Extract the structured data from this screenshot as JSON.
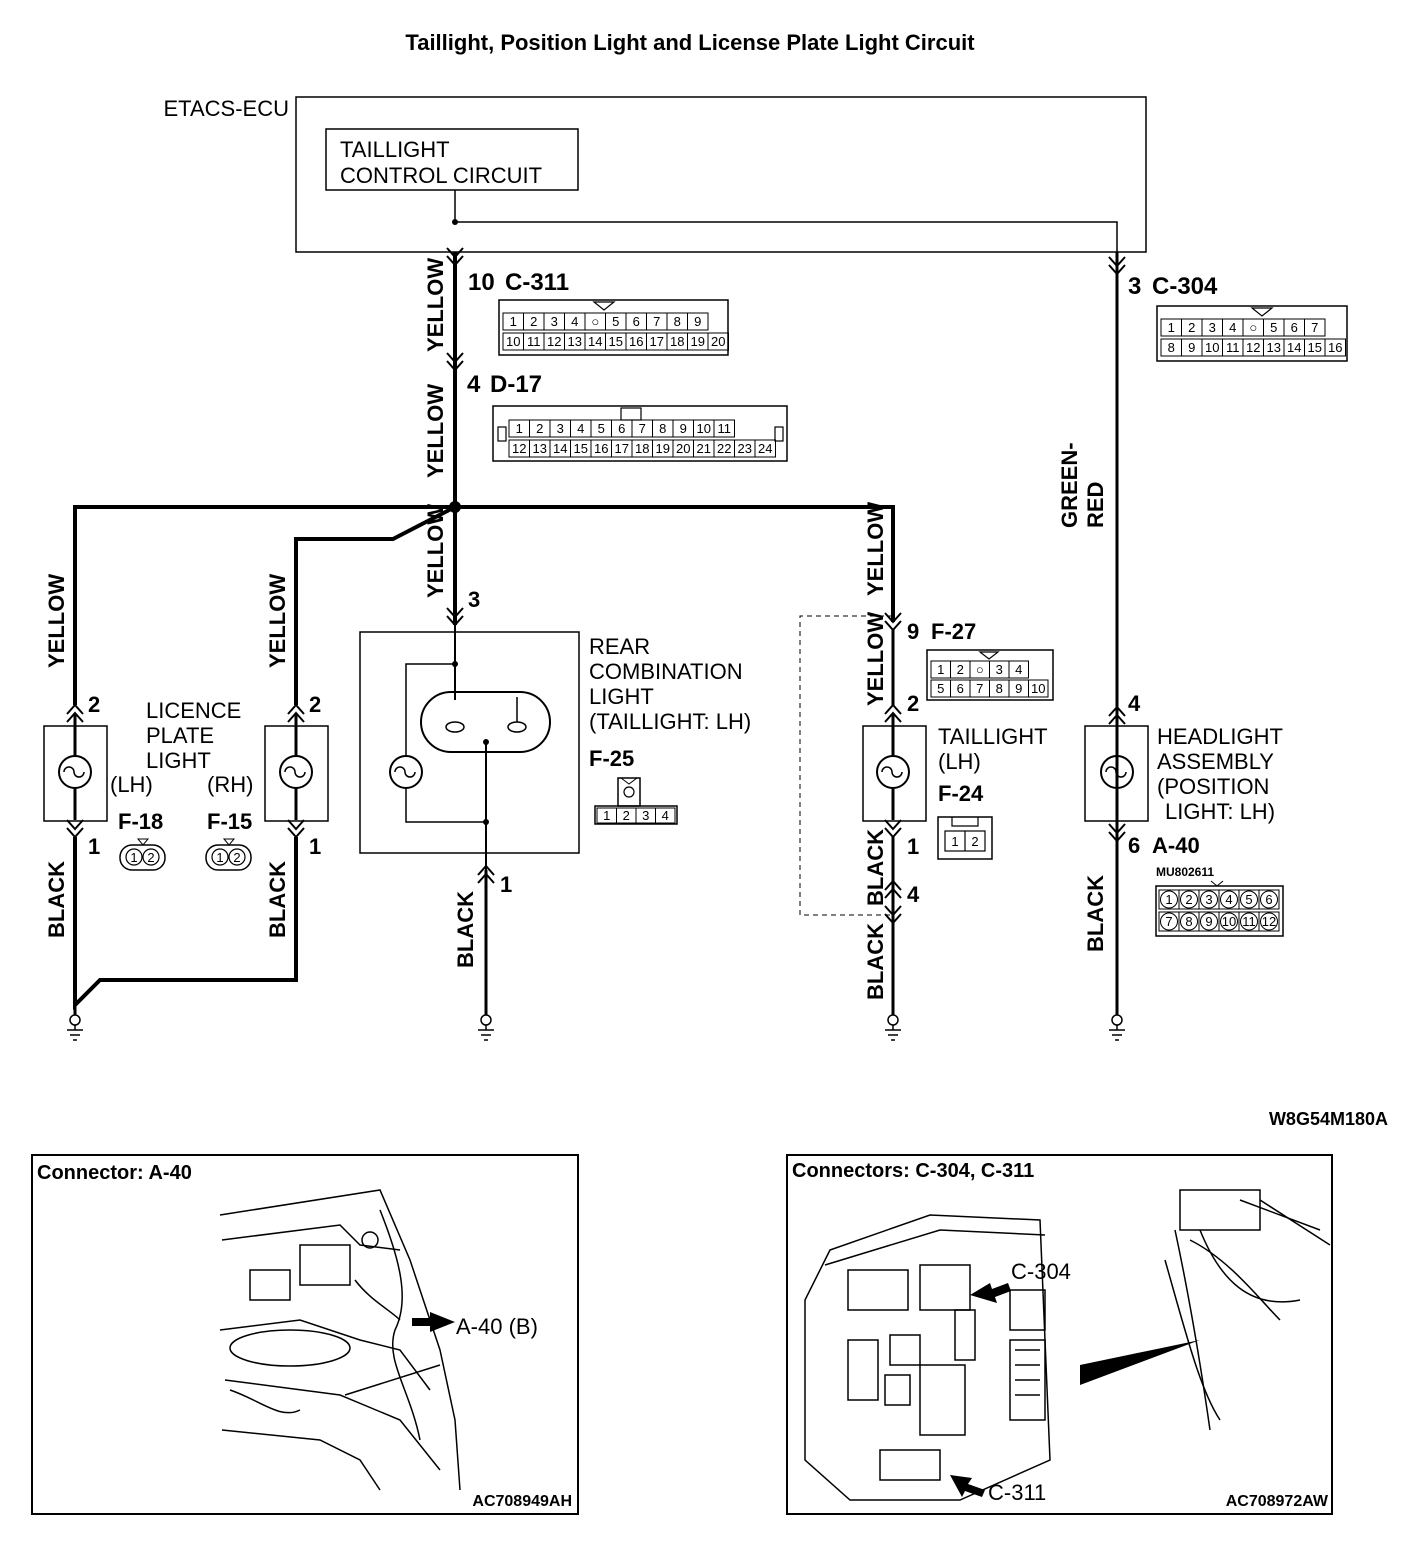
{
  "title": "Taillight, Position Light and License Plate Light Circuit",
  "ecu": {
    "name": "ETACS-ECU",
    "circuit_line1": "TAILLIGHT",
    "circuit_line2": "CONTROL CIRCUIT"
  },
  "connectors": {
    "c311": {
      "pin": "10",
      "name": "C-311",
      "row1": [
        "1",
        "2",
        "3",
        "4",
        "○",
        "5",
        "6",
        "7",
        "8",
        "9"
      ],
      "row2": [
        "10",
        "11",
        "12",
        "13",
        "14",
        "15",
        "16",
        "17",
        "18",
        "19",
        "20"
      ]
    },
    "c304": {
      "pin": "3",
      "name": "C-304",
      "row1": [
        "1",
        "2",
        "3",
        "4",
        "○",
        "5",
        "6",
        "7"
      ],
      "row2": [
        "8",
        "9",
        "10",
        "11",
        "12",
        "13",
        "14",
        "15",
        "16"
      ]
    },
    "d17": {
      "pin": "4",
      "name": "D-17",
      "row1": [
        "1",
        "2",
        "3",
        "4",
        "5",
        "6",
        "7",
        "8",
        "9",
        "10",
        "11"
      ],
      "row2": [
        "12",
        "13",
        "14",
        "15",
        "16",
        "17",
        "18",
        "19",
        "20",
        "21",
        "22",
        "23",
        "24"
      ]
    },
    "f27": {
      "pin": "9",
      "name": "F-27",
      "row1": [
        "1",
        "2",
        "○",
        "3",
        "4"
      ],
      "row2": [
        "5",
        "6",
        "7",
        "8",
        "9",
        "10"
      ]
    },
    "f25": {
      "name": "F-25",
      "row": [
        "1",
        "2",
        "3",
        "4"
      ]
    },
    "f24": {
      "name": "F-24",
      "row": [
        "1",
        "2"
      ]
    },
    "f18": {
      "name": "F-18"
    },
    "f15": {
      "name": "F-15"
    },
    "a40": {
      "name": "A-40",
      "pin": "6",
      "part": "MU802611",
      "row1": [
        "1",
        "2",
        "3",
        "4",
        "5",
        "6"
      ],
      "row2": [
        "7",
        "8",
        "9",
        "10",
        "11",
        "12"
      ]
    }
  },
  "wires": {
    "yellow": "YELLOW",
    "black": "BLACK",
    "green_red_1": "GREEN-",
    "green_red_2": "RED"
  },
  "components": {
    "licence_plate": {
      "line1": "LICENCE",
      "line2": "PLATE",
      "line3": "LIGHT",
      "lh": "(LH)",
      "rh": "(RH)",
      "pin_top": "2",
      "pin_bottom": "1"
    },
    "rear_combination": {
      "line1": "REAR",
      "line2": "COMBINATION",
      "line3": "LIGHT",
      "line4": "(TAILLIGHT: LH)",
      "pin_top": "3",
      "pin_bottom": "1"
    },
    "taillight": {
      "line1": "TAILLIGHT",
      "line2": "(LH)",
      "pin_top": "2",
      "pin_bottom": "1",
      "pin_joint": "4"
    },
    "headlight": {
      "line1": "HEADLIGHT",
      "line2": "ASSEMBLY",
      "line3": "(POSITION",
      "line4": "LIGHT: LH)",
      "pin_top": "4"
    }
  },
  "figure_code": "W8G54M180A",
  "panel_a40": {
    "title": "Connector: A-40",
    "callout": "A-40 (B)",
    "code": "AC708949AH"
  },
  "panel_c304": {
    "title": "Connectors: C-304, C-311",
    "callout_c304": "C-304",
    "callout_c311": "C-311",
    "code": "AC708972AW"
  }
}
